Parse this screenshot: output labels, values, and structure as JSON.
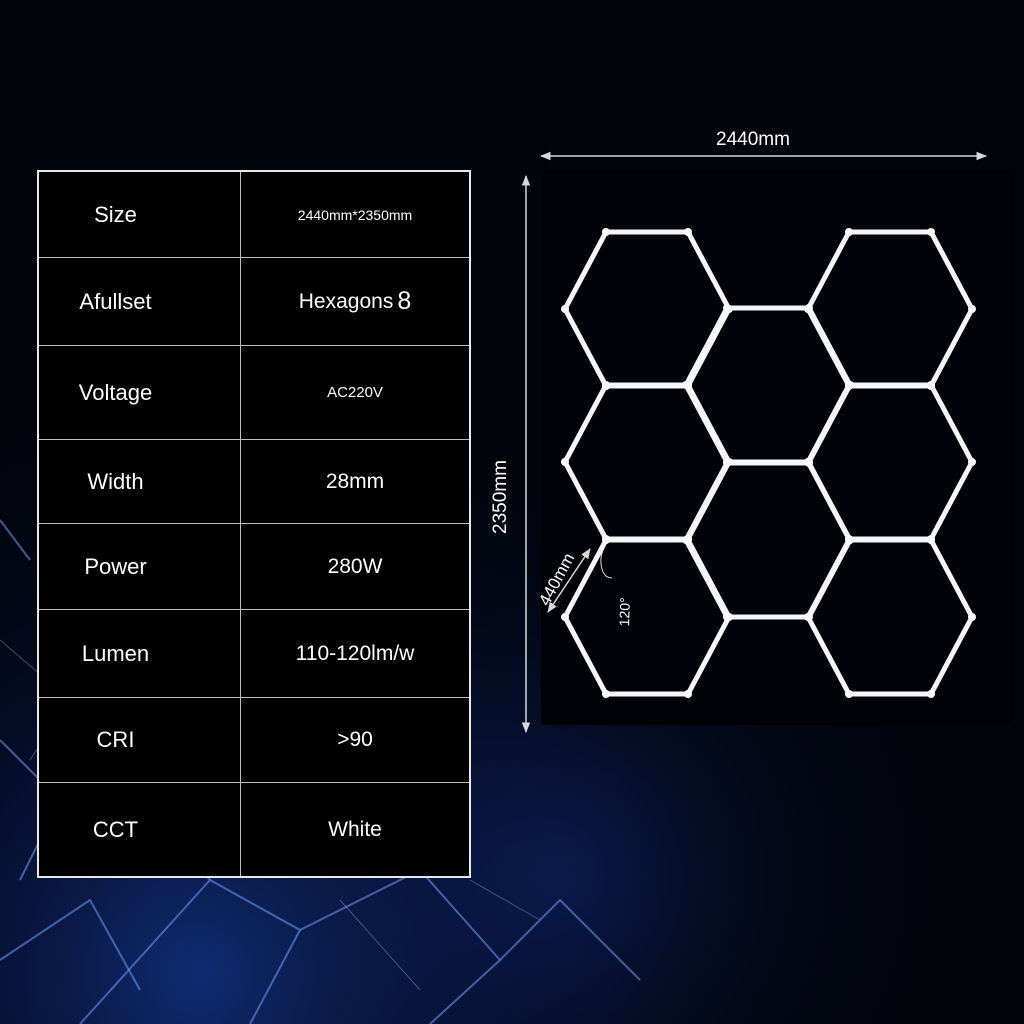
{
  "spec_table": {
    "rows": [
      {
        "label": "Size",
        "value": "2440mm*2350mm"
      },
      {
        "label": "Afullset",
        "value": "Hexagons",
        "value_suffix": "8"
      },
      {
        "label": "Voltage",
        "value": "AC220V"
      },
      {
        "label": "Width",
        "value": "28mm"
      },
      {
        "label": "Power",
        "value": "280W"
      },
      {
        "label": "Lumen",
        "value": "110-120lm/w"
      },
      {
        "label": "CRI",
        "value": ">90"
      },
      {
        "label": "CCT",
        "value": "White"
      }
    ]
  },
  "diagram": {
    "width_label": "2440mm",
    "height_label": "2350mm",
    "side_label": "440mm",
    "angle_label": "120°",
    "hexagon_count": 8,
    "line_color": "#f4f6fb"
  },
  "colors": {
    "background": "#02040c",
    "accent_glow": "#1f5bd6",
    "table_border": "#e8e8e8"
  }
}
